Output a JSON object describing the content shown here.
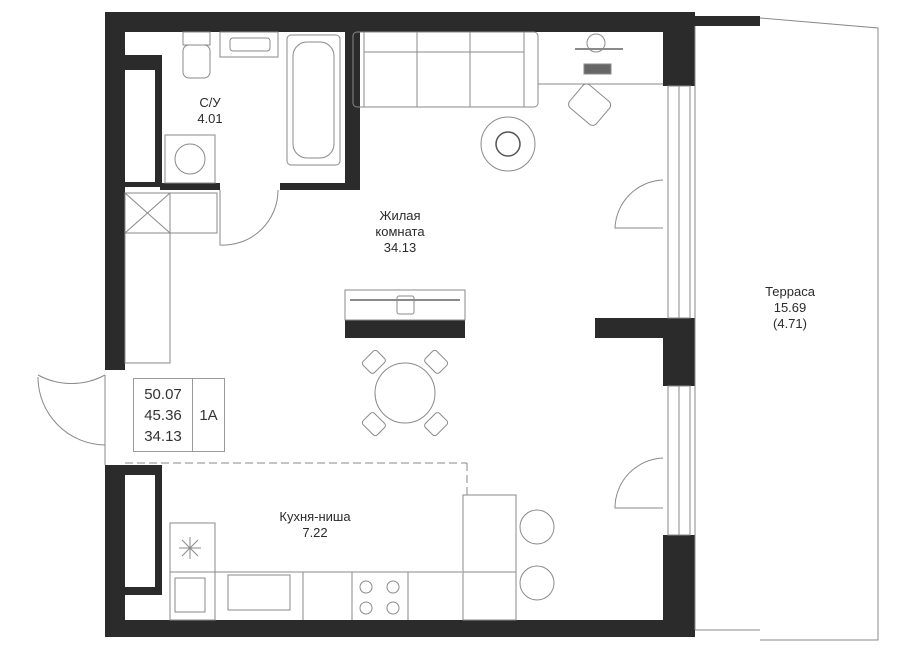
{
  "rooms": {
    "bathroom": {
      "name": "С/У",
      "area": "4.01"
    },
    "living": {
      "name_line1": "Жилая",
      "name_line2": "комната",
      "area": "34.13"
    },
    "kitchen": {
      "name": "Кухня-ниша",
      "area": "7.22"
    },
    "terrace": {
      "name": "Терраса",
      "area": "15.69",
      "reduced_area": "(4.71)"
    }
  },
  "summary": {
    "total_area": "50.07",
    "living_total": "45.36",
    "living_area": "34.13",
    "apartment_type": "1А"
  },
  "colors": {
    "wall": "#2b2b2b",
    "line": "#8a8a8a"
  }
}
